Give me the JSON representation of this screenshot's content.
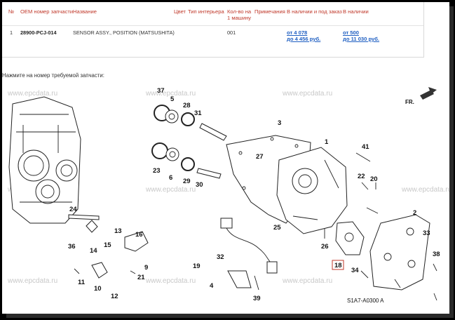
{
  "table": {
    "headers": {
      "no": "№",
      "oem": "OEM номер запчасти",
      "name": "Название",
      "color": "Цвет",
      "type": "Тип интерьера",
      "qty": "Кол-во на 1 машину",
      "notes": "Примечания",
      "stock_order": "В наличии и под заказ",
      "stock": "В наличии"
    },
    "rows": [
      {
        "no": "1",
        "oem": "28900-PCJ-014",
        "name": "SENSOR ASSY., POSITION (MATSUSHITA)",
        "qty": "001",
        "order_from": "от 4 078",
        "order_to": "до 4 456 руб.",
        "stock_from": "от 500",
        "stock_to": "до 11 030 руб."
      }
    ]
  },
  "hint": "Нажмите на номер требуемой запчасти:",
  "diagram": {
    "watermark": "www.epcdata.ru",
    "code": "S1A7-A0300 A",
    "fr_label": "FR.",
    "highlight_color": "#c0392b",
    "callouts": [
      "37",
      "5",
      "28",
      "31",
      "3",
      "1",
      "27",
      "41",
      "22",
      "20",
      "6",
      "23",
      "29",
      "30",
      "2",
      "33",
      "24",
      "13",
      "16",
      "25",
      "36",
      "15",
      "14",
      "26",
      "32",
      "19",
      "18",
      "34",
      "38",
      "11",
      "10",
      "9",
      "21",
      "12",
      "4",
      "39"
    ],
    "highlighted": "18"
  }
}
